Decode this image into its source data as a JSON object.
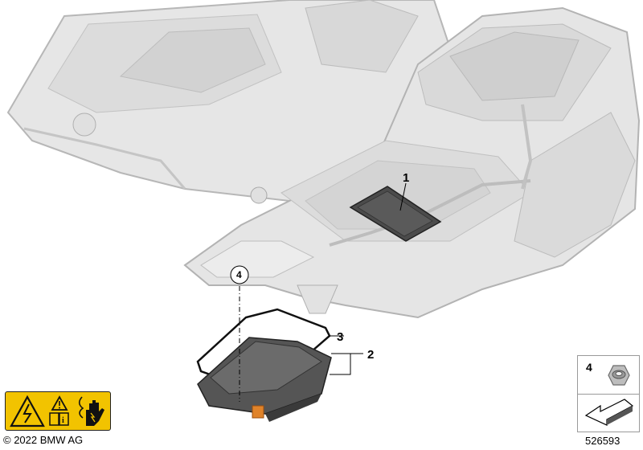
{
  "callouts": {
    "c1": "1",
    "c2": "2",
    "c3": "3",
    "c4": "4"
  },
  "legend": {
    "part_number": "4"
  },
  "footer": {
    "copyright": "© 2022 BMW AG",
    "diagram_number": "526593"
  },
  "colors": {
    "housing": "#e3e3e3",
    "housing_edge": "#b5b5b5",
    "part_dark": "#4a4a4a",
    "warning_yellow": "#f2c300"
  },
  "icons": [
    "high-voltage-warning-icon",
    "manual-info-icon",
    "warning-triangle-icon",
    "hand-caution-icon",
    "nut-icon",
    "arrow-direction-icon"
  ]
}
